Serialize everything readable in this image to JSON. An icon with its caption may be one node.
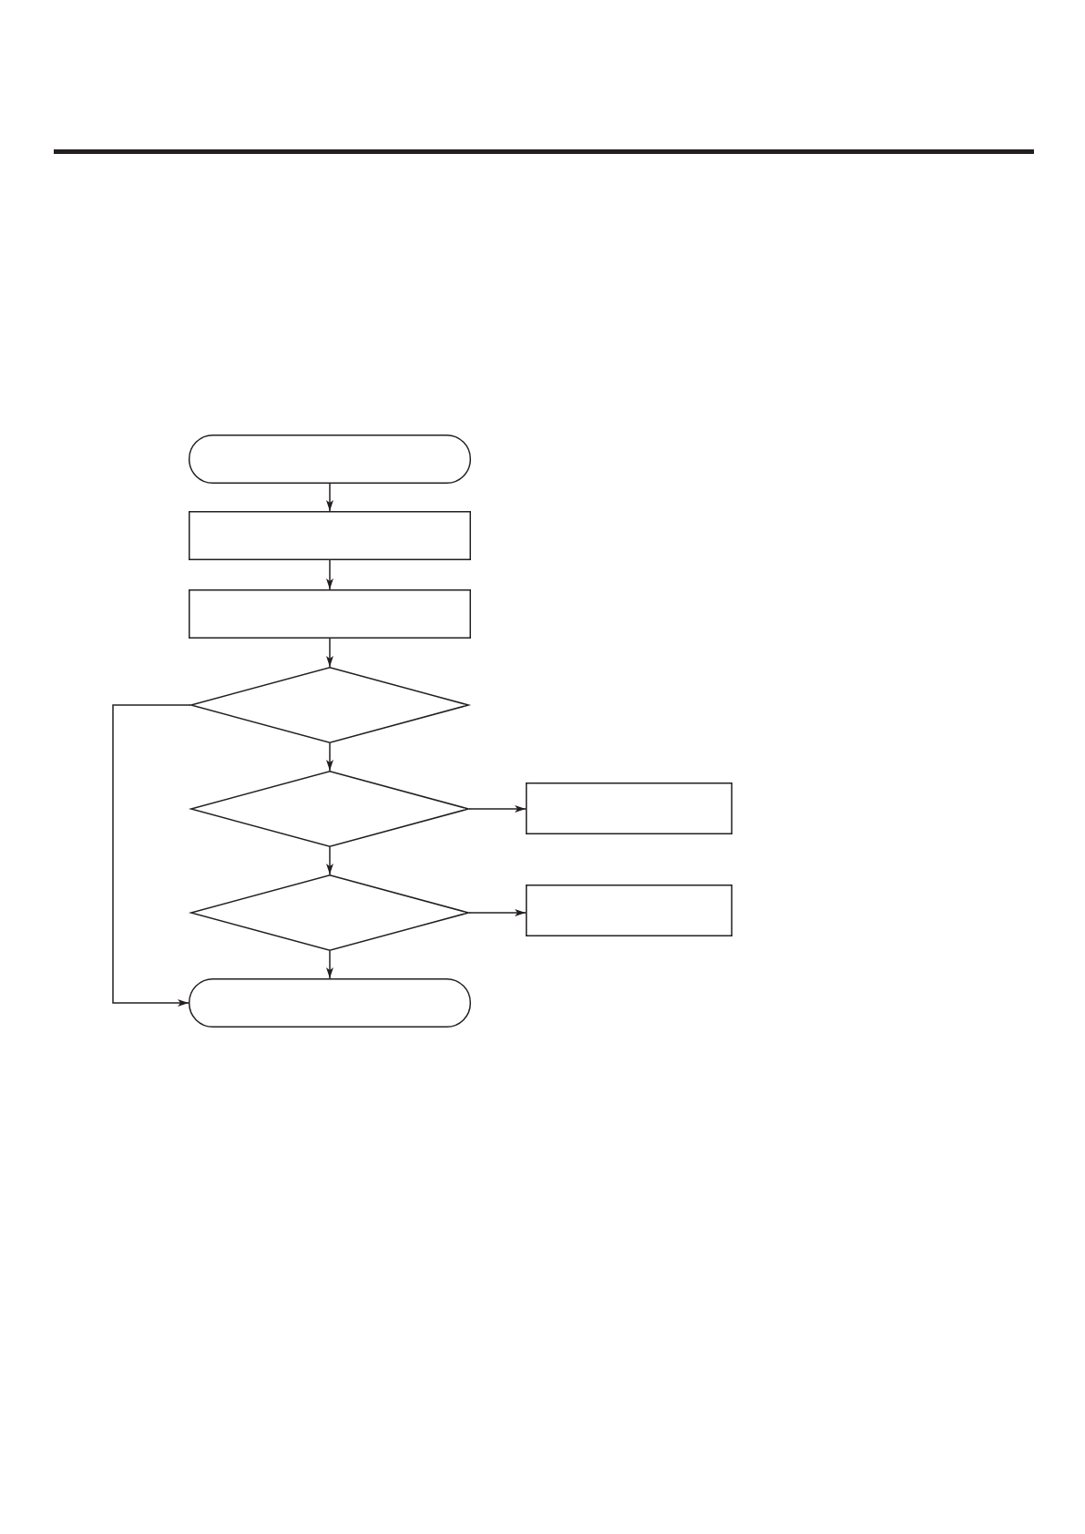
{
  "diagram": {
    "nodes": [
      {
        "text": [],
        "shape": "capsule"
      },
      {
        "text": [],
        "shape": "box"
      },
      {
        "text": [],
        "shape": "box"
      },
      {
        "text": [],
        "shape": "diamond"
      },
      {
        "text": [],
        "shape": "diamond"
      },
      {
        "text": [],
        "shape": "box"
      },
      {
        "text": [],
        "shape": "diamond"
      },
      {
        "text": [],
        "shape": "box"
      },
      {
        "text": [],
        "shape": "capsule"
      }
    ],
    "edges": [
      {
        "from": 0,
        "to": 1,
        "arrow": "to"
      },
      {
        "from": 1,
        "to": 2,
        "arrow": "to"
      },
      {
        "from": 2,
        "to": 3,
        "arrow": "to"
      },
      {
        "from": 3,
        "to": 4,
        "arrow": "to"
      },
      {
        "from": 4,
        "to": 5,
        "arrow": "to"
      },
      {
        "from": 4,
        "to": 6,
        "arrow": "to"
      },
      {
        "from": 6,
        "to": 7,
        "arrow": "to"
      },
      {
        "from": 6,
        "to": 8,
        "arrow": "to"
      },
      {
        "from": 3,
        "to": 8,
        "arrow": "to"
      }
    ]
  }
}
